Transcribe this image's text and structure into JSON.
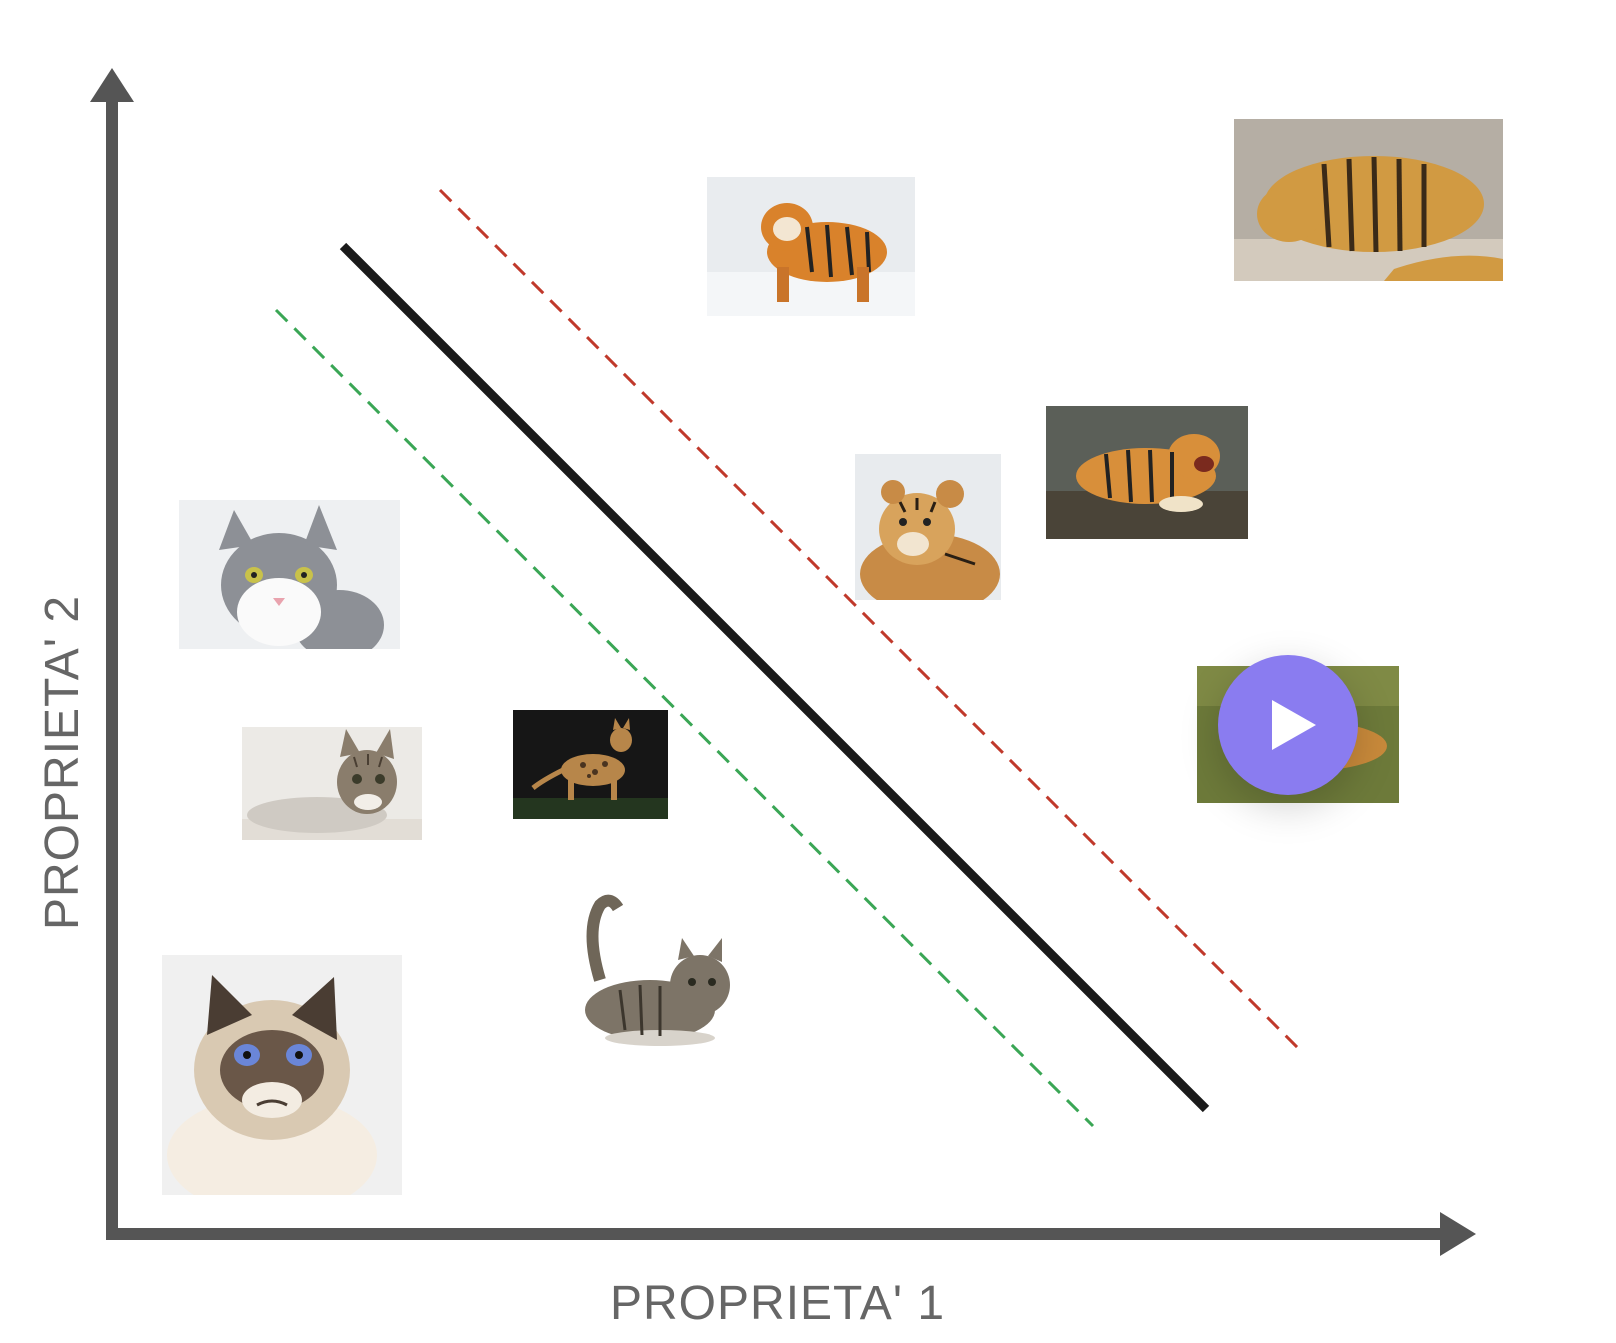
{
  "diagram": {
    "x_axis_label": "PROPRIETA' 1",
    "y_axis_label": "PROPRIETA' 2",
    "colors": {
      "axes": "#555555",
      "decision_boundary": "#1a1a1a",
      "margin_upper": "#c0392b",
      "margin_lower": "#3aa655",
      "play_button": "#8a7cf0"
    },
    "class_a_images": [
      "cat-gray-white-photo",
      "cat-tabby-lying-photo",
      "cat-bengal-standing-photo",
      "cat-tabby-crouching-photo",
      "cat-grumpy-photo"
    ],
    "class_b_images": [
      "tiger-snow-photo",
      "tiger-fat-lying-photo",
      "tiger-cub-photo",
      "tiger-roaring-photo",
      "tiger-grass-photo"
    ]
  },
  "overlay": {
    "play_icon": "play-icon"
  }
}
